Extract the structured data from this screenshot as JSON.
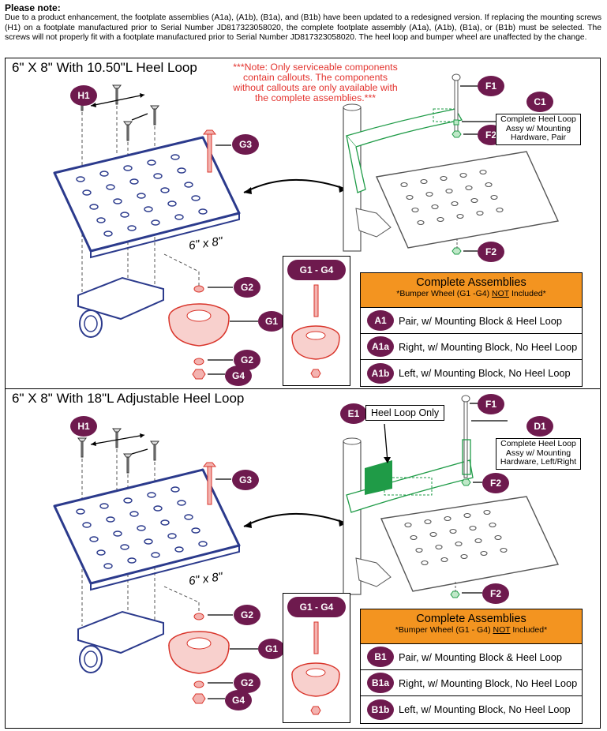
{
  "note": {
    "heading": "Please note:",
    "text": "Due to a product enhancement, the footplate assemblies (A1a), (A1b), (B1a), and (B1b) have been updated to a redesigned version. If replacing the mounting screws (H1) on a footplate manufactured prior to Serial Number JD817323058020, the complete footplate assembly (A1a), (A1b), (B1a), or (B1b) must be selected. The screws will not properly fit with a footplate manufactured prior to Serial Number JD817323058020. The heel loop and bumper wheel are unaffected by the change."
  },
  "colors": {
    "callout": "#6e1a4e",
    "orange": "#f39420",
    "red_note": "#e3342f",
    "footplate": "#2b3a8c",
    "wheel": "#d9352b",
    "heel_loop": "#1f9b47"
  },
  "panel1": {
    "title": "6\" X 8\" With 10.50\"L Heel Loop",
    "red_note": "***Note: Only serviceable components contain callouts. The components without callouts are only available with the complete assemblies.***",
    "size_label": "6\" x 8\"",
    "callouts": {
      "h1": "H1",
      "g3": "G3",
      "g2a": "G2",
      "g1": "G1",
      "g2b": "G2",
      "g4": "G4",
      "f1": "F1",
      "c1": "C1",
      "f2a": "F2",
      "f2b": "F2",
      "g_range": "G1 - G4"
    },
    "c1_desc": "Complete Heel Loop Assy w/ Mounting Hardware, Pair",
    "assemblies": {
      "title": "Complete Assemblies",
      "subtitle_pre": "*Bumper Wheel (G1 -G4) ",
      "subtitle_not": "NOT",
      "subtitle_post": " Included*",
      "rows": [
        {
          "code": "A1",
          "label": "Pair, w/ Mounting Block & Heel Loop"
        },
        {
          "code": "A1a",
          "label": "Right, w/ Mounting Block, No Heel Loop"
        },
        {
          "code": "A1b",
          "label": "Left, w/ Mounting Block, No Heel Loop"
        }
      ]
    }
  },
  "panel2": {
    "title": "6\" X 8\" With 18\"L Adjustable Heel Loop",
    "size_label": "6\" x 8\"",
    "e1_label": "Heel Loop Only",
    "callouts": {
      "h1": "H1",
      "g3": "G3",
      "g2a": "G2",
      "g1": "G1",
      "g2b": "G2",
      "g4": "G4",
      "f1": "F1",
      "d1": "D1",
      "e1": "E1",
      "f2a": "F2",
      "f2b": "F2",
      "g_range": "G1 - G4"
    },
    "d1_desc": "Complete Heel Loop Assy w/ Mounting Hardware, Left/Right",
    "assemblies": {
      "title": "Complete Assemblies",
      "subtitle_pre": "*Bumper Wheel (G1 - G4) ",
      "subtitle_not": "NOT",
      "subtitle_post": " Included*",
      "rows": [
        {
          "code": "B1",
          "label": "Pair, w/ Mounting Block & Heel Loop"
        },
        {
          "code": "B1a",
          "label": "Right, w/ Mounting Block, No Heel Loop"
        },
        {
          "code": "B1b",
          "label": "Left, w/ Mounting Block, No Heel Loop"
        }
      ]
    }
  }
}
